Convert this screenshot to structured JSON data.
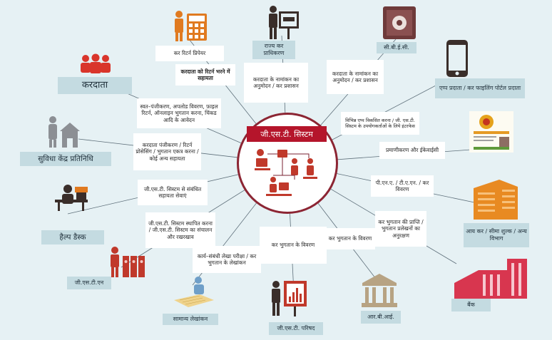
{
  "hub": {
    "title": "जी.एस.टी. सिस्टम"
  },
  "spokes": [
    {
      "key": "taxpayer",
      "label": "करदाता",
      "desc": "स्वत–पंजीकरण, अपलोड विवरण, फ़ाइल रिटर्न, ऑनलाइन भुगतान करना, चिंकड आदि के आवेदन",
      "icon": "people-icon"
    },
    {
      "key": "facilitation",
      "label": "सुविधा केंद्र प्रतिनिधि",
      "desc": "करदाता पंजीकरण / रिटर्न प्रोसेसिंग / भुगतान एकत्र करना / कोई अन्य सहायता",
      "icon": "service-center-icon"
    },
    {
      "key": "helpdesk",
      "label": "हैल्प डैस्क",
      "desc": "जी.एस.टी. सिस्टम से संबंधित सहायता सेवाएं",
      "icon": "helpdesk-icon"
    },
    {
      "key": "gstn",
      "label": "जी.एस.टी.एन",
      "desc": "जी.एस.टी. सिस्टम स्थापित करना / जी.एस.टी. सिस्टम का संचालन और रखरखाव",
      "icon": "gstn-files-icon"
    },
    {
      "key": "accounting",
      "label": "सामान्य लेखांकन",
      "desc": "कार्य–संबंधी लेखा परीक्षा / कर भुगतान के लेखांकन",
      "icon": "accountant-icon"
    },
    {
      "key": "council",
      "label": "जी.एस.टी. परिषद",
      "desc": "कर भुगतान के विवरण",
      "icon": "presentation-icon"
    },
    {
      "key": "rbi",
      "label": "आर.बी.आई.",
      "desc": "कर भुगतान के विवरण",
      "icon": "rbi-building-icon"
    },
    {
      "key": "bank",
      "label": "बैंक",
      "desc": "कर भुगतान की प्राप्ति / भुगतान प्रलेखनों का अनुरक्षण",
      "icon": "bank-building-icon"
    },
    {
      "key": "incometax",
      "label": "आय कर / सीमा शुल्क / अन्य विभाग",
      "desc": "पी.एन.ए. / टी.ए.एन. / कर विवरण",
      "icon": "office-building-icon"
    },
    {
      "key": "aadhaar",
      "label": "",
      "desc": "प्रमाणीकरण और ईकेवाईसी",
      "icon": "aadhaar-card-icon"
    },
    {
      "key": "app",
      "label": "एप्प प्रदाता / कर फाइलिंग पोर्टल प्रदाता",
      "desc": "विभिन्न एप्प विकसित करना / जी. एस.टी. सिस्टम के उपयोगकर्ताओं के लिये इंटरफेस",
      "icon": "smartphone-icon"
    },
    {
      "key": "cbec",
      "label": "सी.बी.ई.सी.",
      "desc": "करदाता के नामांकन का अनुमोदन / कर प्रशासन",
      "icon": "safe-icon"
    },
    {
      "key": "state",
      "label": "राज्य कर प्राधिकरण",
      "desc": "करदाता के नामांकन का अनुमोदन / कर प्रशासन",
      "icon": "officer-icon"
    },
    {
      "key": "preparer",
      "label": "कर रिटर्न प्रिपेयर",
      "desc": "करदाता को रिटर्न भरने में सहायता",
      "icon": "calculator-icon"
    }
  ],
  "colors": {
    "accent": "#b5152b",
    "hub_border": "#8c2533",
    "background": "#e6f1f4",
    "label_bg": "#c4dbe1",
    "icon_red": "#c0392b",
    "icon_dark": "#3a2e2a",
    "icon_orange": "#e07a20",
    "icon_gray": "#8c8f94"
  }
}
